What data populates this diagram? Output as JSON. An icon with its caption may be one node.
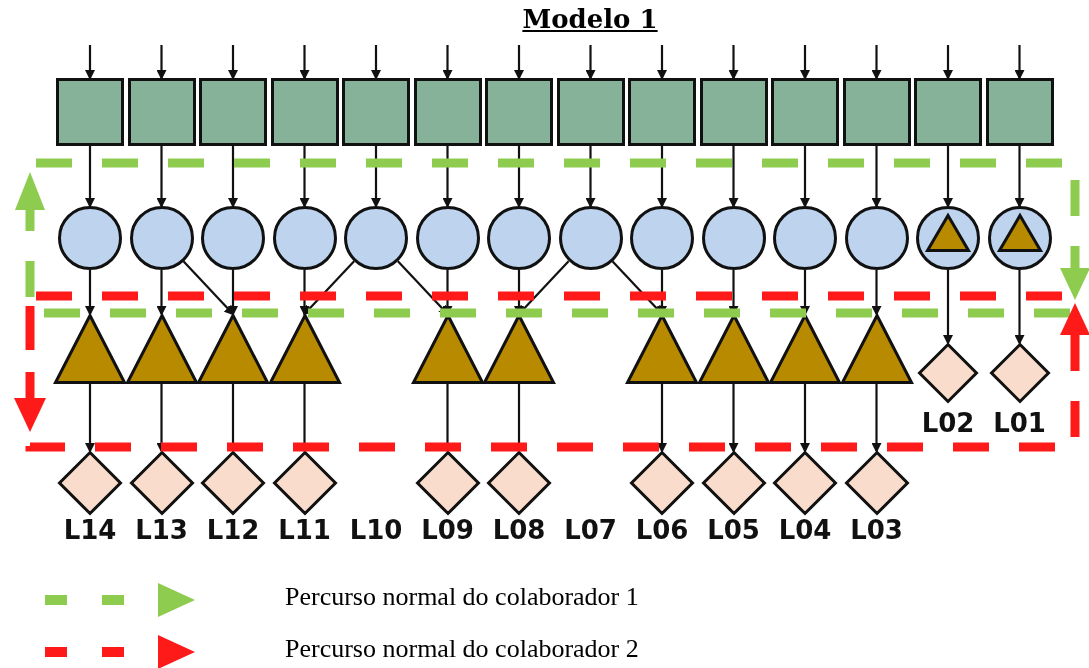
{
  "diagram": {
    "title": "Modelo 1",
    "nodes": [
      {
        "text": [],
        "shape": "box"
      },
      {
        "text": [],
        "shape": "box"
      },
      {
        "text": [],
        "shape": "box"
      },
      {
        "text": [],
        "shape": "box"
      },
      {
        "text": [],
        "shape": "box"
      },
      {
        "text": [],
        "shape": "box"
      },
      {
        "text": [],
        "shape": "box"
      },
      {
        "text": [],
        "shape": "box"
      },
      {
        "text": [],
        "shape": "box"
      },
      {
        "text": [],
        "shape": "box"
      },
      {
        "text": [],
        "shape": "box"
      },
      {
        "text": [],
        "shape": "box"
      },
      {
        "text": [],
        "shape": "box"
      },
      {
        "text": [],
        "shape": "box"
      },
      {
        "text": [],
        "shape": "circle"
      },
      {
        "text": [],
        "shape": "circle"
      },
      {
        "text": [],
        "shape": "circle"
      },
      {
        "text": [],
        "shape": "circle"
      },
      {
        "text": [],
        "shape": "circle"
      },
      {
        "text": [],
        "shape": "circle"
      },
      {
        "text": [],
        "shape": "circle"
      },
      {
        "text": [],
        "shape": "circle"
      },
      {
        "text": [],
        "shape": "circle"
      },
      {
        "text": [],
        "shape": "circle"
      },
      {
        "text": [],
        "shape": "circle"
      },
      {
        "text": [],
        "shape": "circle"
      },
      {
        "text": [],
        "shape": "circle"
      },
      {
        "text": [],
        "shape": "circle"
      },
      {
        "text": [],
        "shape": "triangle",
        "in": 26
      },
      {
        "text": [],
        "shape": "triangle",
        "in": 27
      },
      {
        "text": [],
        "shape": "triangle"
      },
      {
        "text": [],
        "shape": "triangle"
      },
      {
        "text": [],
        "shape": "triangle"
      },
      {
        "text": [],
        "shape": "triangle"
      },
      {
        "text": [],
        "shape": "triangle"
      },
      {
        "text": [],
        "shape": "triangle"
      },
      {
        "text": [],
        "shape": "triangle"
      },
      {
        "text": [],
        "shape": "triangle"
      },
      {
        "text": [],
        "shape": "triangle"
      },
      {
        "text": [],
        "shape": "triangle"
      },
      {
        "text": [],
        "shape": "diamond",
        "beside": [
          "L02"
        ]
      },
      {
        "text": [],
        "shape": "diamond",
        "beside": [
          "L01"
        ]
      },
      {
        "text": [],
        "shape": "diamond",
        "beside": [
          "L14"
        ]
      },
      {
        "text": [],
        "shape": "diamond",
        "beside": [
          "L13"
        ]
      },
      {
        "text": [],
        "shape": "diamond",
        "beside": [
          "L12"
        ]
      },
      {
        "text": [],
        "shape": "diamond",
        "beside": [
          "L11"
        ]
      },
      {
        "text": [],
        "shape": "diamond",
        "beside": [
          "L09"
        ]
      },
      {
        "text": [],
        "shape": "diamond",
        "beside": [
          "L08"
        ]
      },
      {
        "text": [],
        "shape": "diamond",
        "beside": [
          "L06"
        ]
      },
      {
        "text": [],
        "shape": "diamond",
        "beside": [
          "L05"
        ]
      },
      {
        "text": [],
        "shape": "diamond",
        "beside": [
          "L04"
        ]
      },
      {
        "text": [],
        "shape": "diamond",
        "beside": [
          "L03"
        ]
      }
    ],
    "edges": [
      {
        "from": null,
        "to": 0,
        "arrow": "to"
      },
      {
        "from": null,
        "to": 1,
        "arrow": "to"
      },
      {
        "from": null,
        "to": 2,
        "arrow": "to"
      },
      {
        "from": null,
        "to": 3,
        "arrow": "to"
      },
      {
        "from": null,
        "to": 4,
        "arrow": "to"
      },
      {
        "from": null,
        "to": 5,
        "arrow": "to"
      },
      {
        "from": null,
        "to": 6,
        "arrow": "to"
      },
      {
        "from": null,
        "to": 7,
        "arrow": "to"
      },
      {
        "from": null,
        "to": 8,
        "arrow": "to"
      },
      {
        "from": null,
        "to": 9,
        "arrow": "to"
      },
      {
        "from": null,
        "to": 10,
        "arrow": "to"
      },
      {
        "from": null,
        "to": 11,
        "arrow": "to"
      },
      {
        "from": null,
        "to": 12,
        "arrow": "to"
      },
      {
        "from": null,
        "to": 13,
        "arrow": "to"
      },
      {
        "from": 0,
        "to": 14,
        "arrow": "to"
      },
      {
        "from": 1,
        "to": 15,
        "arrow": "to"
      },
      {
        "from": 2,
        "to": 16,
        "arrow": "to"
      },
      {
        "from": 3,
        "to": 17,
        "arrow": "to"
      },
      {
        "from": 4,
        "to": 18,
        "arrow": "to"
      },
      {
        "from": 5,
        "to": 19,
        "arrow": "to"
      },
      {
        "from": 6,
        "to": 20,
        "arrow": "to"
      },
      {
        "from": 7,
        "to": 21,
        "arrow": "to"
      },
      {
        "from": 8,
        "to": 22,
        "arrow": "to"
      },
      {
        "from": 9,
        "to": 23,
        "arrow": "to"
      },
      {
        "from": 10,
        "to": 24,
        "arrow": "to"
      },
      {
        "from": 11,
        "to": 25,
        "arrow": "to"
      },
      {
        "from": 12,
        "to": 26,
        "arrow": "to"
      },
      {
        "from": 13,
        "to": 27,
        "arrow": "to"
      },
      {
        "from": 14,
        "to": 30,
        "arrow": "to"
      },
      {
        "from": 15,
        "to": 31,
        "arrow": "to"
      },
      {
        "from": 15,
        "to": 32,
        "arrow": "to"
      },
      {
        "from": 16,
        "to": 32,
        "arrow": "to"
      },
      {
        "from": 17,
        "to": 33,
        "arrow": "to"
      },
      {
        "from": 18,
        "to": 33,
        "arrow": "to"
      },
      {
        "from": 18,
        "to": 34,
        "arrow": "to"
      },
      {
        "from": 19,
        "to": 34,
        "arrow": "to"
      },
      {
        "from": 20,
        "to": 35,
        "arrow": "to"
      },
      {
        "from": 21,
        "to": 35,
        "arrow": "to"
      },
      {
        "from": 21,
        "to": 36,
        "arrow": "to"
      },
      {
        "from": 22,
        "to": 36,
        "arrow": "to"
      },
      {
        "from": 23,
        "to": 37,
        "arrow": "to"
      },
      {
        "from": 24,
        "to": 38,
        "arrow": "to"
      },
      {
        "from": 25,
        "to": 39,
        "arrow": "to"
      },
      {
        "from": 26,
        "to": 40,
        "arrow": "to"
      },
      {
        "from": 27,
        "to": 41,
        "arrow": "to"
      },
      {
        "from": 30,
        "to": 42,
        "arrow": "to"
      },
      {
        "from": 31,
        "to": 43,
        "arrow": "to"
      },
      {
        "from": 32,
        "to": 44,
        "arrow": "to"
      },
      {
        "from": 33,
        "to": 45,
        "arrow": "to"
      },
      {
        "from": 34,
        "to": 46,
        "arrow": "to"
      },
      {
        "from": 35,
        "to": 47,
        "arrow": "to"
      },
      {
        "from": 36,
        "to": 48,
        "arrow": "to"
      },
      {
        "from": 37,
        "to": 49,
        "arrow": "to"
      },
      {
        "from": 38,
        "to": 50,
        "arrow": "to"
      },
      {
        "from": 39,
        "to": 51,
        "arrow": "to"
      }
    ],
    "labels": [
      "L10",
      "L07"
    ],
    "legend": [
      {
        "text": "Percurso normal do colaborador 1"
      },
      {
        "text": "Percurso normal do colaborador 2"
      }
    ]
  }
}
